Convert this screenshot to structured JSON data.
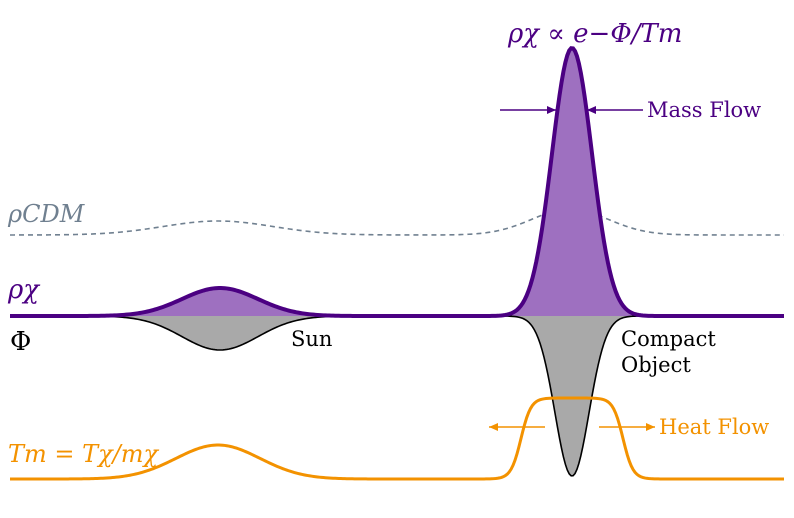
{
  "labels": {
    "boltzmann": "ρχ ∝ e−Φ/Tm",
    "rho_cdm": "ρCDM",
    "rho_chi": "ρχ",
    "phi": "Φ",
    "sun": "Sun",
    "compact_line1": "Compact",
    "compact_line2": "Object",
    "mass_flow": "Mass Flow",
    "heat_flow": "Heat Flow",
    "tm": "Tm = Tχ/mχ"
  },
  "colors": {
    "purple_line": "#4b0082",
    "purple_fill": "#9e70c0",
    "cdm_dashed": "#708090",
    "potential_line": "#000000",
    "potential_fill": "#a9a9a9",
    "orange": "#f39200"
  }
}
